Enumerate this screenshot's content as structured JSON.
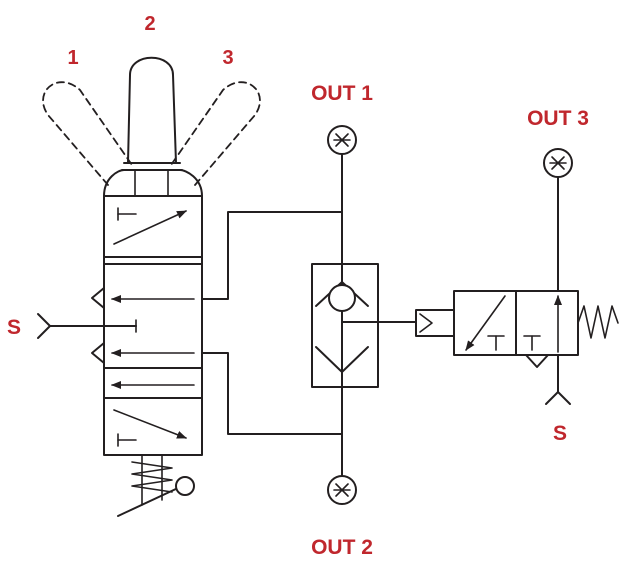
{
  "labels": {
    "pos1": "1",
    "pos2": "2",
    "pos3": "3",
    "out1": "OUT 1",
    "out2": "OUT 2",
    "out3": "OUT 3",
    "supply_left": "S",
    "supply_right": "S"
  },
  "colors": {
    "label": "#c0272d",
    "line": "#231f20",
    "background": "#ffffff"
  }
}
